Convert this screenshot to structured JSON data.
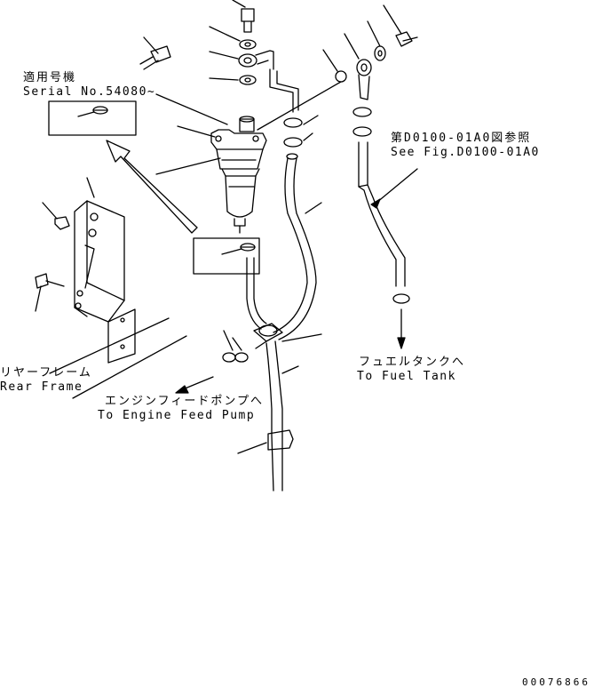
{
  "applicability": {
    "label_jp": "適用号機",
    "serial": "Serial No.54080~"
  },
  "reference": {
    "label_jp": "第D0100-01A0図参照",
    "label_en": "See Fig.D0100-01A0"
  },
  "rear_frame": {
    "label_jp": "リヤーフレーム",
    "label_en": "Rear Frame"
  },
  "engine_pump": {
    "label_jp": "エンジンフィードポンプへ",
    "label_en": "To Engine Feed Pump"
  },
  "fuel_tank": {
    "label_jp": "フュエルタンクへ",
    "label_en": "To Fuel Tank"
  },
  "document": {
    "number": "00076866"
  }
}
